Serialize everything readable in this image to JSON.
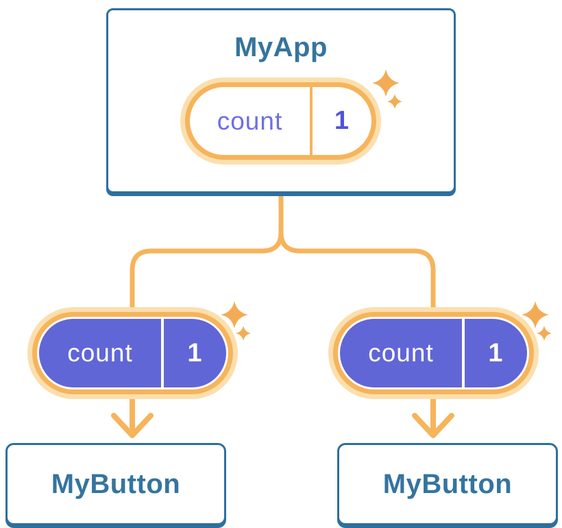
{
  "colors": {
    "background": "#FFFFFF",
    "card_border_blue": "#2E6F9E",
    "heading_blue": "#35749F",
    "line_orange": "#F6B45B",
    "halo_orange": "#FBDFAE",
    "sparkle_orange": "#F3AC55",
    "pill_purple": "#6166D6",
    "state_name_purple": "#6D6DE8",
    "state_value_purple": "#5153D6"
  },
  "diagram": {
    "root": {
      "title": "MyApp",
      "state": {
        "name": "count",
        "value": "1"
      }
    },
    "children": [
      {
        "title": "MyButton",
        "state": {
          "name": "count",
          "value": "1"
        }
      },
      {
        "title": "MyButton",
        "state": {
          "name": "count",
          "value": "1"
        }
      }
    ]
  },
  "decorations": {
    "sparkle_icon": "four-point-star"
  }
}
